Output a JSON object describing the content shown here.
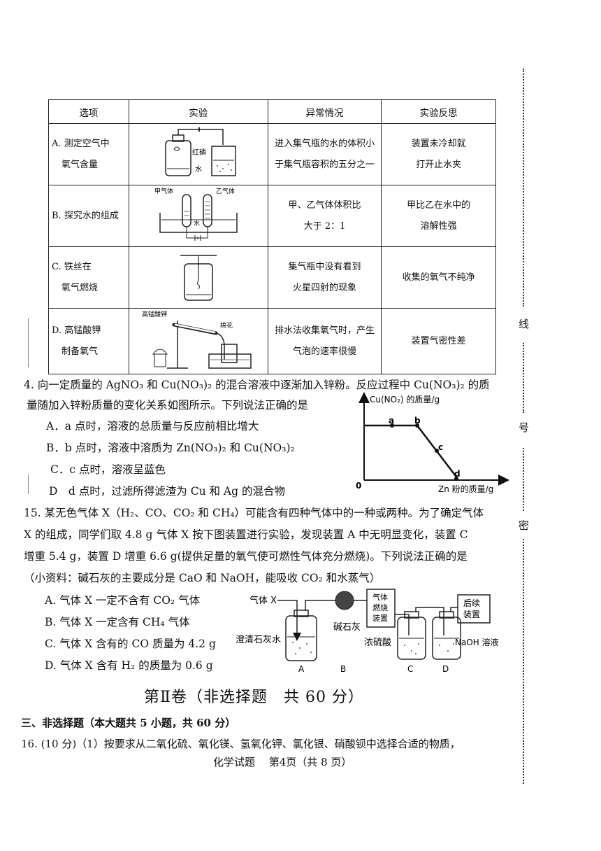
{
  "table": {
    "headers": [
      "选项",
      "实验",
      "异常情况",
      "实验反思"
    ],
    "rows": [
      {
        "option": [
          "A. 测定空气中",
          "氧气含量"
        ],
        "figure_labels": [
          "红磷",
          "水"
        ],
        "abnormal": [
          "进入集气瓶的水的体积小",
          "于集气瓶容积的五分之一"
        ],
        "reflection": [
          "装置未冷却就",
          "打开止水夹"
        ]
      },
      {
        "option": [
          "B. 探究水的组成"
        ],
        "figure_labels": [
          "甲气体",
          "乙气体",
          "水"
        ],
        "abnormal": [
          "甲、乙气体体积比",
          "大于 2：1"
        ],
        "reflection": [
          "甲比乙在水中的",
          "溶解性强"
        ]
      },
      {
        "option": [
          "C. 铁丝在",
          "氧气燃烧"
        ],
        "figure_labels": [],
        "abnormal": [
          "集气瓶中没有看到",
          "火星四射的现象"
        ],
        "reflection": [
          "收集的氧气不纯净"
        ]
      },
      {
        "option": [
          "D. 高锰酸钾",
          "制备氧气"
        ],
        "figure_labels": [
          "高锰酸钾",
          "棉花"
        ],
        "abnormal": [
          "排水法收集氧气时，产生",
          "气泡的速率很慢"
        ],
        "reflection": [
          "装置气密性差"
        ]
      }
    ]
  },
  "q14": {
    "line1": "4. 向一定质量的 AgNO₃ 和 Cu(NO₃)₂ 的混合溶液中逐渐加入锌粉。反应过程中 Cu(NO₃)₂ 的质",
    "line2": "量随加入锌粉质量的变化关系如图所示。下列说法正确的是",
    "options": [
      "A．a 点时，溶液的总质量与反应前相比增大",
      "B．b 点时，溶液中溶质为 Zn(NO₃)₂ 和 Cu(NO₃)₂",
      "C．c 点时，溶液呈蓝色",
      "D　d 点时，过滤所得滤渣为 Cu 和 Ag 的混合物"
    ],
    "graph": {
      "ylabel": "Cu(NO₂) 的质量/g",
      "xlabel": "Zn 粉的质量/g",
      "origin": "0",
      "points": [
        "a",
        "b",
        "c",
        "d"
      ]
    }
  },
  "q15": {
    "lines": [
      "15. 某无色气体 X（H₂、CO、CO₂ 和 CH₄）可能含有四种气体中的一种或两种。为了确定气体",
      "X 的组成，同学们取 4.8 g 气体 X 按下图装置进行实验，发现装置 A 中无明显变化，装置 C",
      "增重 5.4 g，装置 D 增重 6.6 g(提供足量的氧气使可燃性气体充分燃烧)。下列说法正确的是",
      "（小资料：碱石灰的主要成分是 CaO 和 NaOH，能吸收 CO₂ 和水蒸气）"
    ],
    "options": [
      "A. 气体 X 一定不含有 CO₂ 气体",
      "B. 气体 X 一定含有 CH₄ 气体",
      "C. 气体 X 含有的 CO 质量为 4.2 g",
      "D. 气体 X 含有 H₂ 的质量为 0.6 g"
    ],
    "apparatus": {
      "gas_in": "气体 X",
      "burner": [
        "气体",
        "燃烧",
        "装置"
      ],
      "followup": [
        "后续",
        "装置"
      ],
      "limewater": "澄清石灰水",
      "sodalime": "碱石灰",
      "acid": "浓硫酸",
      "naoh": "NaOH 溶液",
      "letters": [
        "A",
        "B",
        "C",
        "D"
      ]
    }
  },
  "section": {
    "title": "第Ⅱ卷（非选择题　共 60 分）",
    "head": "三、非选择题（本大题共 5 小题，共 60 分）",
    "q16": "16. (10 分)（1）按要求从二氧化硫、氧化镁、氢氧化钾、氯化银、硝酸钡中选择合适的物质，"
  },
  "footer": "化学试题　 第4页（共 8 页）",
  "side_marks": [
    "线",
    "号",
    "密"
  ]
}
